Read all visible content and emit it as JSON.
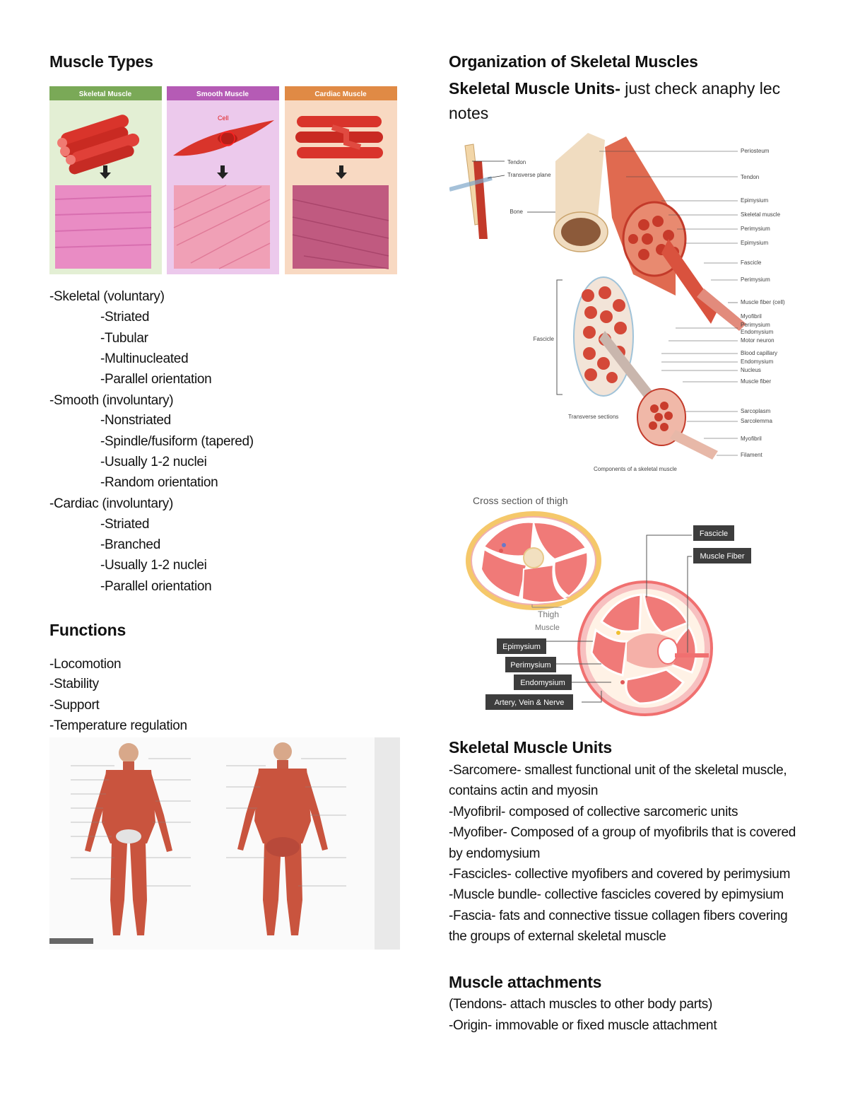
{
  "left": {
    "muscle_types_heading": "Muscle Types",
    "types_figure": {
      "skeletal_label": "Skeletal Muscle",
      "smooth_label": "Smooth Muscle",
      "cardiac_label": "Cardiac Muscle",
      "cell_label": "Cell"
    },
    "types": [
      {
        "name": "-Skeletal (voluntary)",
        "traits": [
          "-Striated",
          "-Tubular",
          "-Multinucleated",
          "-Parallel orientation"
        ]
      },
      {
        "name": "-Smooth (involuntary)",
        "traits": [
          "-Nonstriated",
          "-Spindle/fusiform (tapered)",
          "-Usually 1-2 nuclei",
          "-Random orientation"
        ]
      },
      {
        "name": "-Cardiac (involuntary)",
        "traits": [
          "-Striated",
          "-Branched",
          "-Usually 1-2 nuclei",
          "-Parallel orientation"
        ]
      }
    ],
    "functions_heading": "Functions",
    "functions": [
      "-Locomotion",
      "-Stability",
      "-Support",
      "-Temperature regulation"
    ]
  },
  "right": {
    "org_heading": "Organization of Skeletal Muscles",
    "units_sub_bold": "Skeletal Muscle Units-",
    "units_sub_rest": " just check anaphy lec notes",
    "org_figure": {
      "labels_right": [
        "Periosteum",
        "Tendon",
        "Epimysium",
        "Skeletal muscle",
        "Perimysium",
        "Epimysium",
        "Fascicle",
        "Perimysium",
        "Muscle fiber (cell)",
        "Myofibril",
        "Perimysium",
        "Endomysium",
        "Motor neuron",
        "Blood capillary",
        "Endomysium",
        "Nucleus",
        "Muscle fiber",
        "Sarcoplasm",
        "Sarcolemma",
        "Myofibril",
        "Filament"
      ],
      "tendon_label": "Tendon",
      "plane_label": "Transverse plane",
      "bone_label": "Bone",
      "fascicle_label": "Fascicle",
      "sections_label": "Transverse sections",
      "caption": "Components of a skeletal muscle"
    },
    "thigh_figure": {
      "title": "Cross section of thigh",
      "thigh_label": "Thigh",
      "muscle_label": "Muscle",
      "tags": [
        "Fascicle",
        "Muscle Fiber",
        "Epimysium",
        "Perimysium",
        "Endomysium",
        "Artery, Vein & Nerve"
      ]
    },
    "units_heading": "Skeletal Muscle Units",
    "units": [
      "-Sarcomere- smallest functional unit of the skeletal muscle, contains actin and myosin",
      "-Myofibril- composed of collective sarcomeric units",
      "-Myofiber- Composed of a group of myofibrils that is covered by endomysium",
      "-Fascicles- collective myofibers and covered by perimysium",
      "-Muscle bundle- collective fascicles covered by epimysium",
      "-Fascia- fats and connective tissue collagen fibers covering the groups of external skeletal muscle"
    ],
    "attach_heading": "Muscle attachments",
    "attach": [
      "(Tendons- attach muscles to other body parts)",
      "-Origin- immovable or fixed muscle attachment"
    ]
  },
  "colors": {
    "skeletal_band": "#7aa957",
    "smooth_band": "#b55bb5",
    "cardiac_band": "#e08a45",
    "muscle_red": "#d9342b",
    "histology_pink": "#e98cc4"
  }
}
